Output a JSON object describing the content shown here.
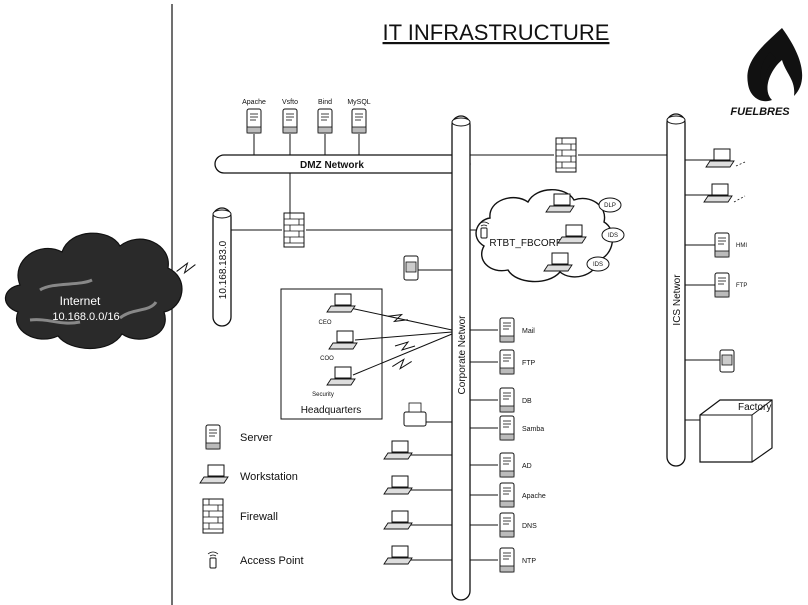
{
  "title": "IT INFRASTRUCTURE",
  "brand": "FUELBRES",
  "dmz": {
    "label": "DMZ Network",
    "servers": [
      "Apache",
      "Vsfto",
      "Bind",
      "MySQL"
    ]
  },
  "internet": {
    "line1": "Internet",
    "line2": "10.168.0.0/16"
  },
  "edge_pipe": "10.168.183.0",
  "corporate": "Corporate Networ",
  "ics": "ICS Networ",
  "cloud": {
    "label": "RTBT_FBCORP",
    "nodes": [
      "DLP",
      "IDS",
      "IDS"
    ]
  },
  "hq": {
    "label": "Headquarters",
    "users": [
      "CEO",
      "COO",
      "Security"
    ]
  },
  "corp_servers": [
    "Mail",
    "FTP",
    "DB",
    "Samba",
    "AD",
    "Apache",
    "DNS",
    "NTP"
  ],
  "ics_servers": [
    "HMI",
    "FTP"
  ],
  "factory": "Factory",
  "legend": {
    "server": "Server",
    "workstation": "Workstation",
    "firewall": "Firewall",
    "access_point": "Access Point"
  },
  "colors": {
    "ink": "#111111",
    "paper": "#ffffff",
    "cloud": "#2a2a2a"
  }
}
